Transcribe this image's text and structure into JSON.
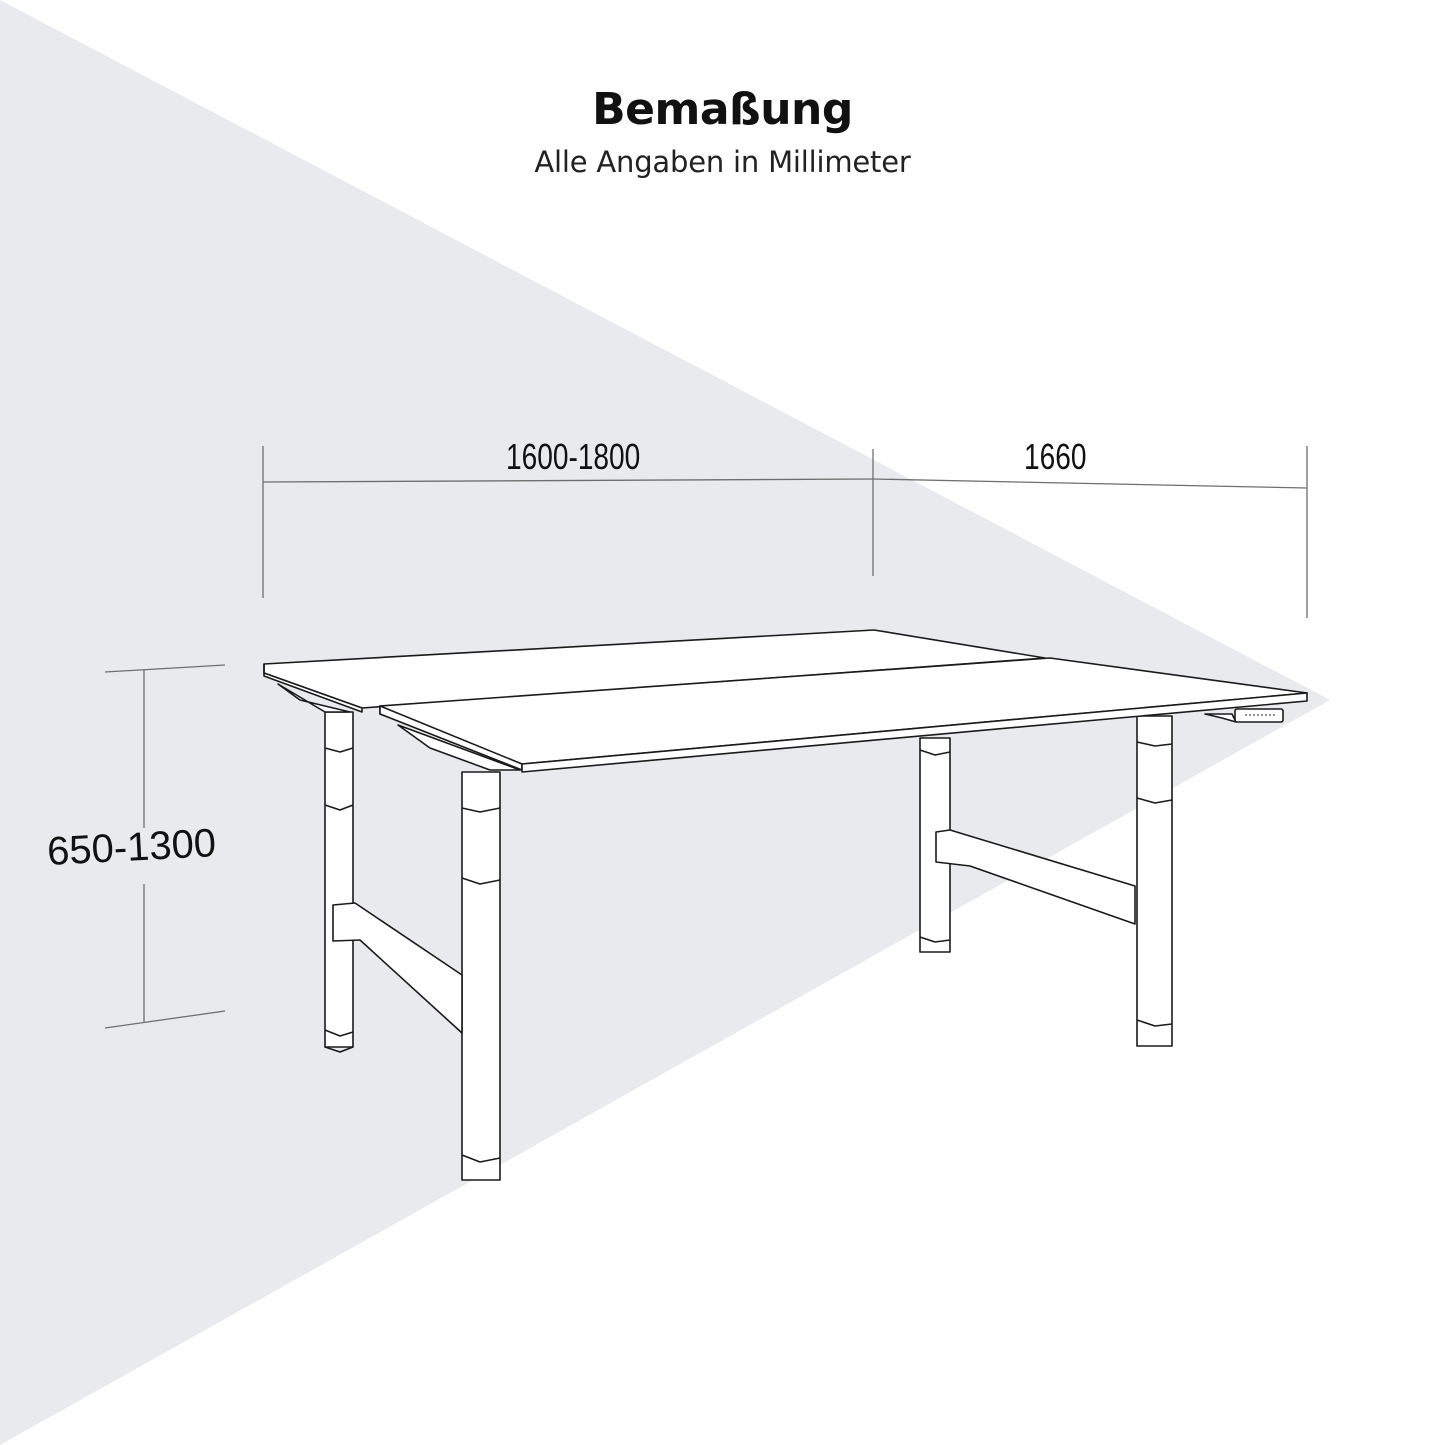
{
  "header": {
    "title": "Bemaßung",
    "subtitle": "Alle Angaben in Millimeter"
  },
  "dimensions": {
    "width_label": "1600-1800",
    "depth_label": "1660",
    "height_label": "650-1300"
  },
  "colors": {
    "background": "#ffffff",
    "accent_triangle": "#e9eaee",
    "line": "#1a1a1a",
    "dimension_line": "#6e6e6e",
    "text": "#111111"
  },
  "illustration": {
    "subject": "double bench height-adjustable desk",
    "control_panel_icon": "handset-control-icon"
  }
}
